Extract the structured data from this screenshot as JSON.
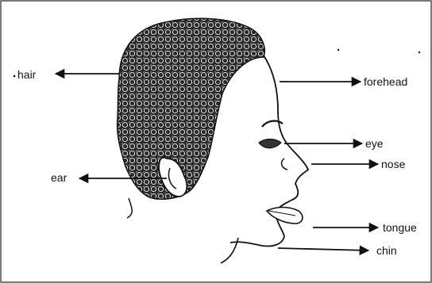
{
  "labels": {
    "hair": "hair",
    "forehead": "forehead",
    "eye": "eye",
    "nose": "nose",
    "ear": "ear",
    "tongue": "tongue",
    "chin": "chin"
  },
  "colors": {
    "background": "#ffffff",
    "ink": "#111111",
    "border": "#222222"
  }
}
